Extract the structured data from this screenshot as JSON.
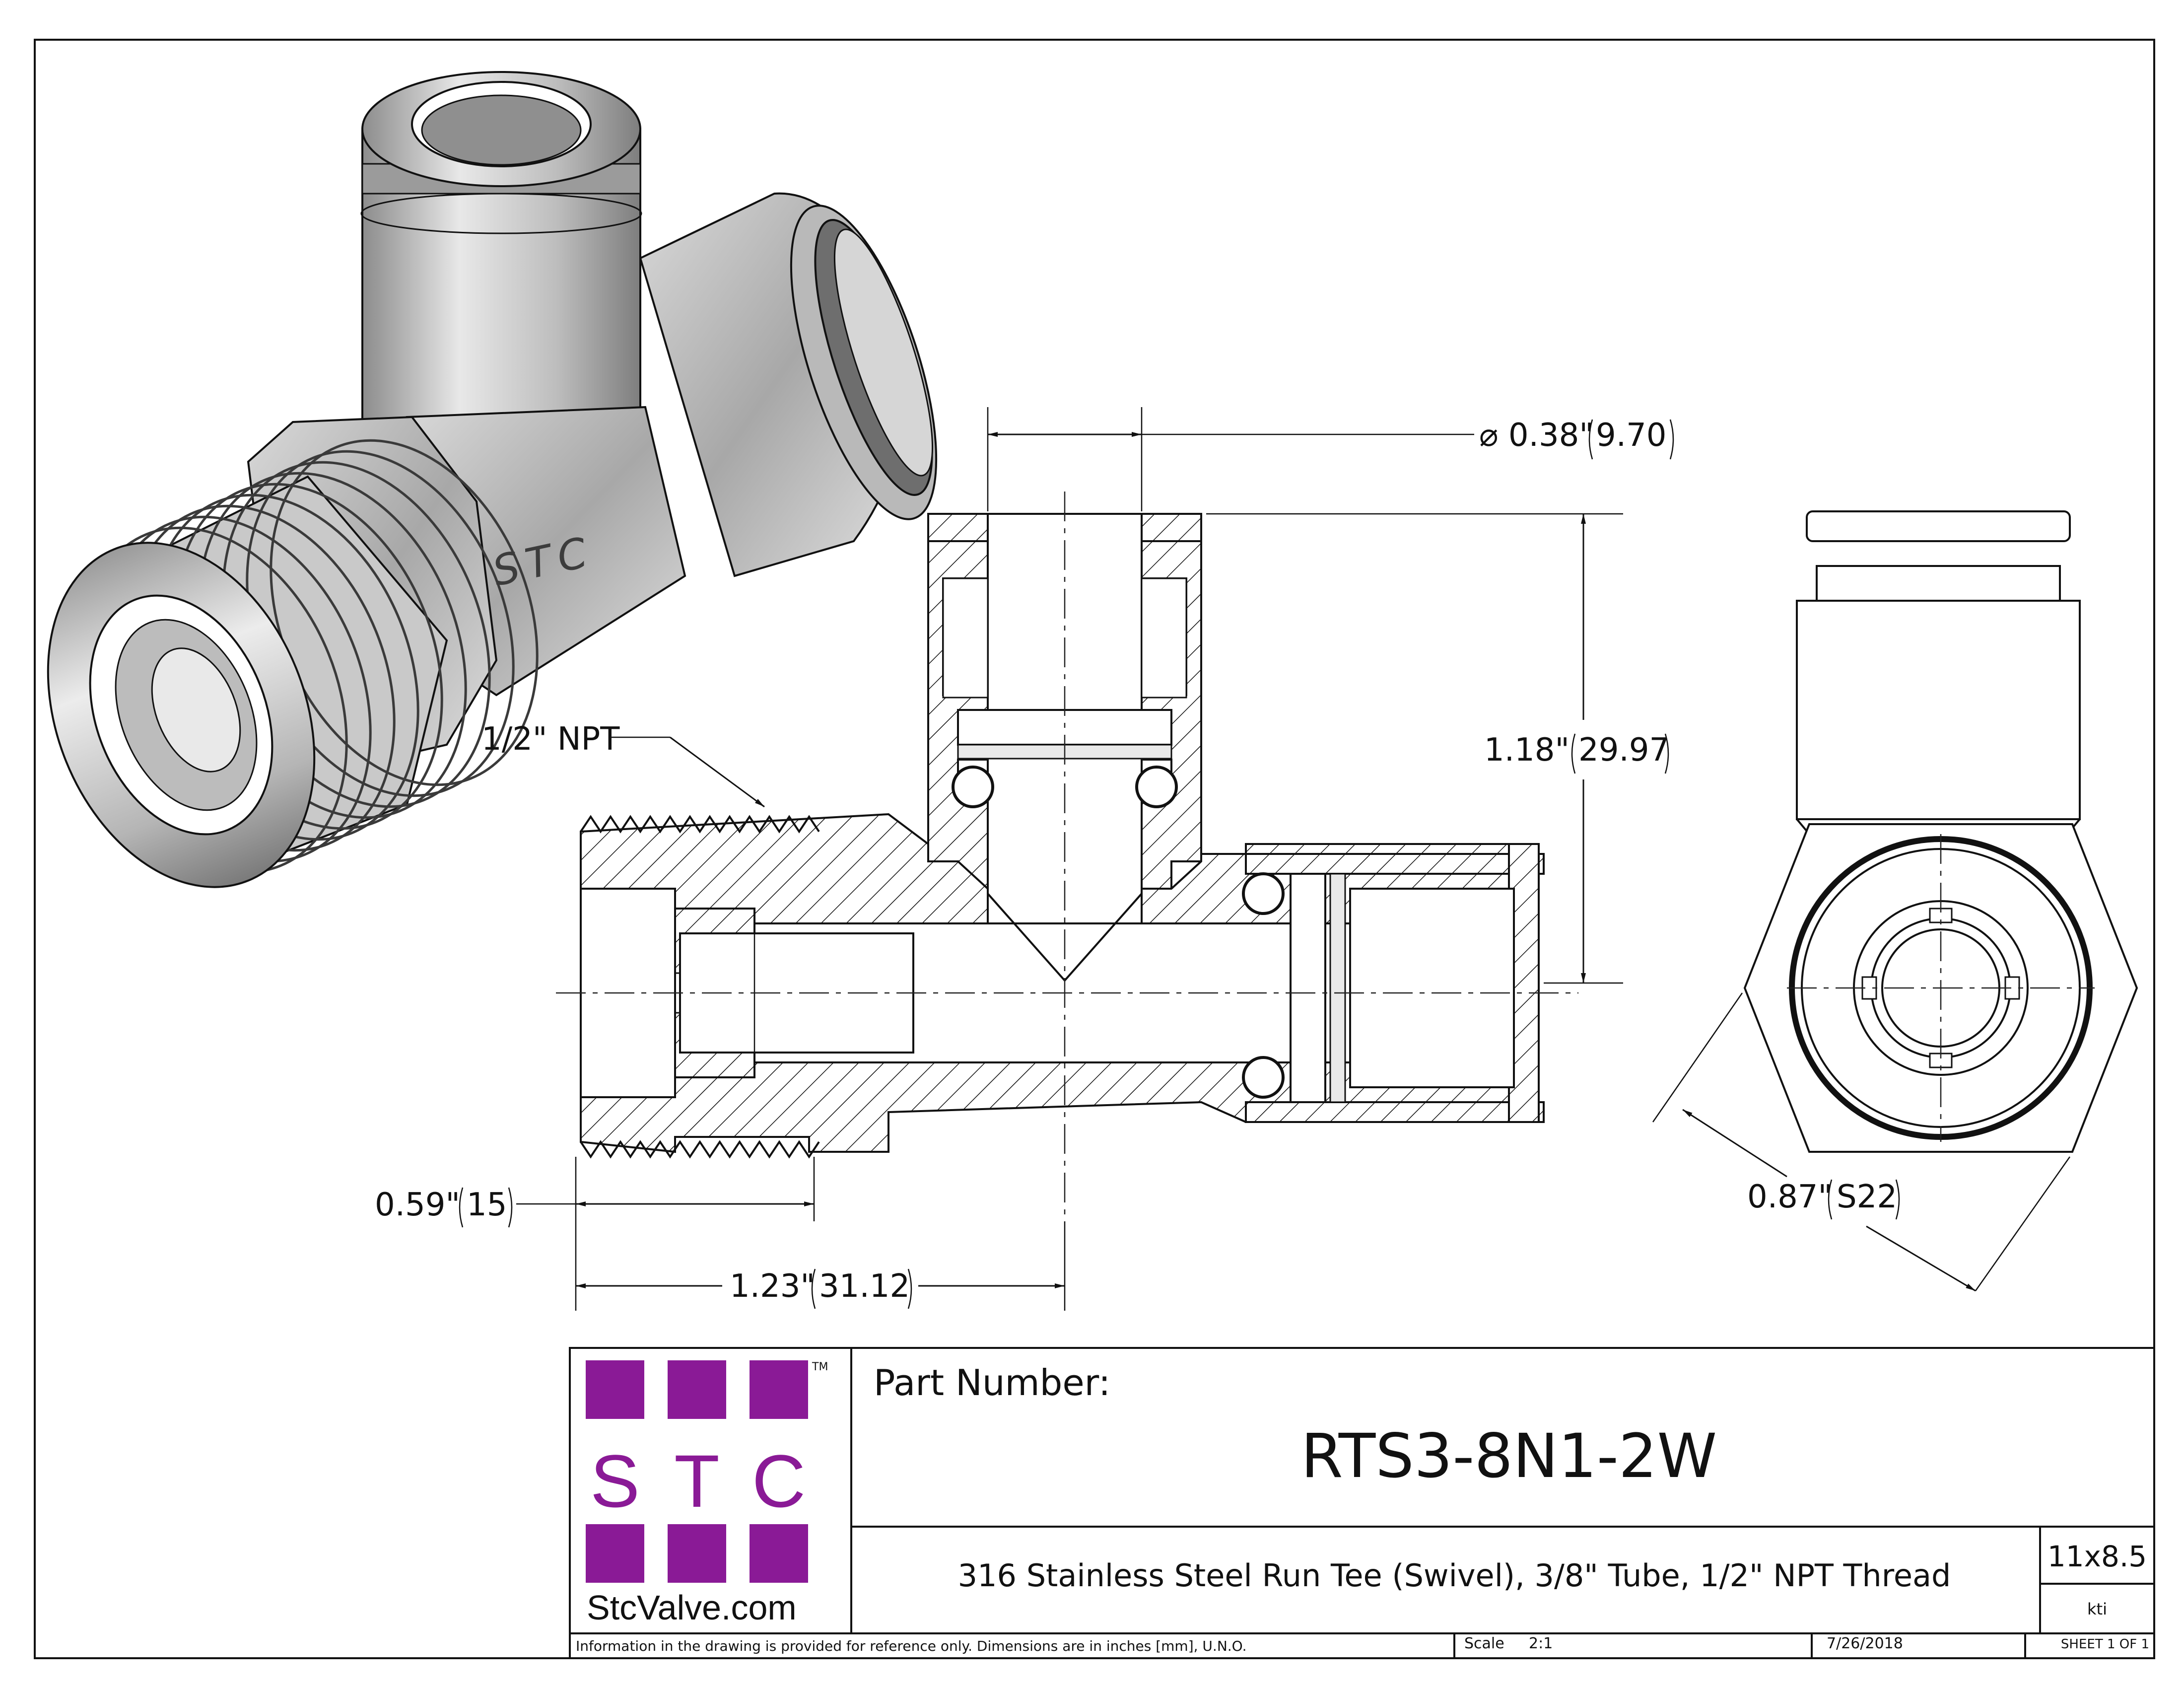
{
  "colors": {
    "brand_purple": "#8a1a96",
    "line": "#111111",
    "metal_light": "#e2e2e2",
    "metal_dark": "#8c8c8c"
  },
  "iso_view": {
    "engraving": "STC"
  },
  "dimensions": {
    "diameter": "⌀ 0.38\"",
    "diameter_mm": "9.70",
    "height": "1.18\"",
    "height_mm": "29.97",
    "thread_callout": "1/2\" NPT",
    "thread_len": "0.59\"",
    "thread_len_mm": "15",
    "center_len": "1.23\"",
    "center_len_mm": "31.12",
    "hex_size": "0.87\"",
    "hex_size_mm": "S22"
  },
  "title_block": {
    "logo": {
      "letters": [
        "S",
        "T",
        "C"
      ],
      "tm": "TM",
      "website": "StcValve.com"
    },
    "part_number_label": "Part Number:",
    "part_number": "RTS3-8N1-2W",
    "description": "316 Stainless Steel Run Tee (Swivel), 3/8\" Tube, 1/2\" NPT Thread",
    "sheet_size": "11x8.5",
    "drawn_by": "kti",
    "disclaimer": "Information in the drawing is provided for reference only. Dimensions are in inches [mm], U.N.O.",
    "scale_label": "Scale",
    "scale_value": "2:1",
    "date": "7/26/2018",
    "sheet": "SHEET 1 OF 1"
  }
}
